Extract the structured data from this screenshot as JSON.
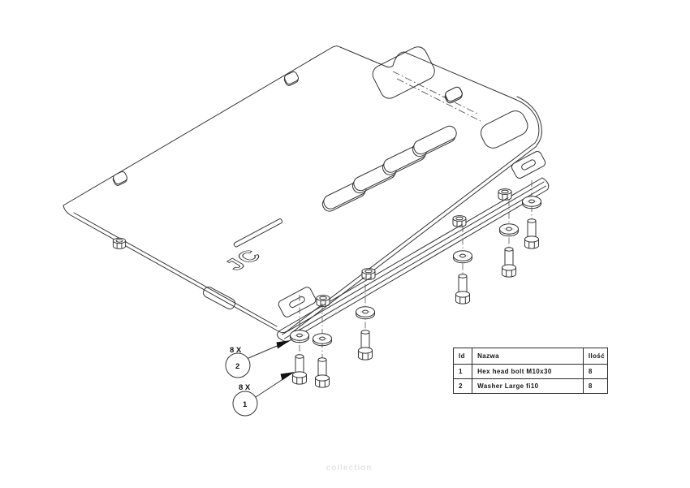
{
  "drawing": {
    "description": "Exploded isometric assembly drawing of a skid plate with mounting rail, hex bolts and washers",
    "logo_text": "JC",
    "line_color": "#333333"
  },
  "callouts": [
    {
      "quantity_label": "8 X",
      "balloon_number": "2",
      "points_to": "washer"
    },
    {
      "quantity_label": "8 X",
      "balloon_number": "1",
      "points_to": "hex-head-bolt"
    }
  ],
  "parts_table": {
    "headers": [
      "Id",
      "Nazwa",
      "Ilość"
    ],
    "rows": [
      {
        "id": "1",
        "name": "Hex head bolt M10x30",
        "qty": "8"
      },
      {
        "id": "2",
        "name": "Washer Large fi10",
        "qty": "8"
      }
    ]
  },
  "watermark": {
    "text": "collection"
  }
}
